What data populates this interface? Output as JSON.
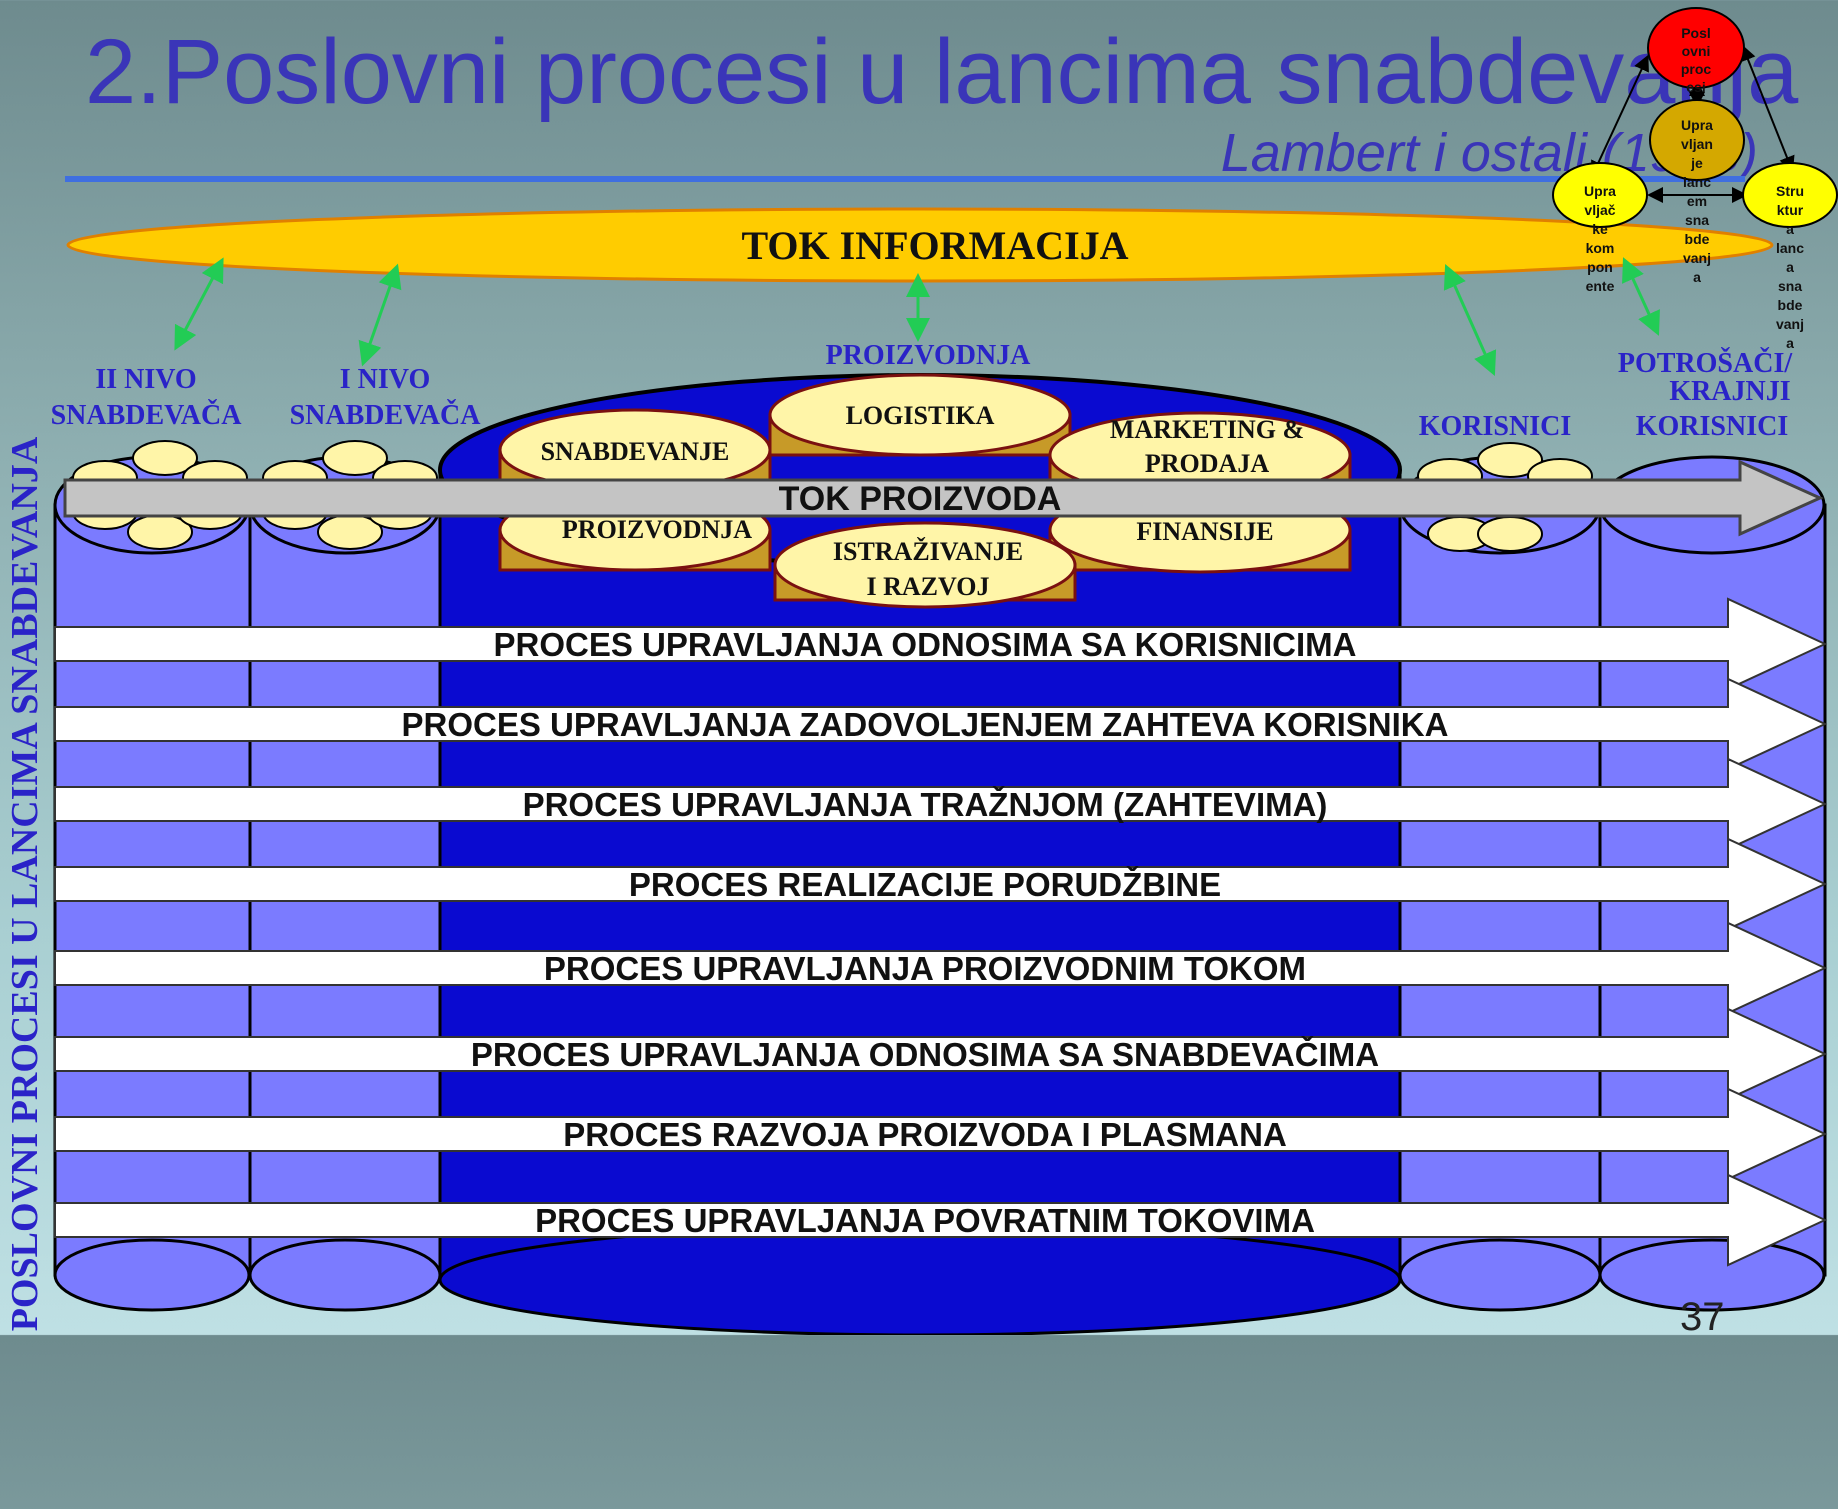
{
  "title": "2.Poslovni procesi u lancima snabdevanja",
  "subtitle": "Lambert i ostali (1998)",
  "page_number": "37",
  "vertical_label": "POSLOVNI PROCESI U LANCIMA SNABDEVANJA",
  "info_flow": "TOK INFORMACIJA",
  "product_flow": "TOK PROIZVODA",
  "tiers": {
    "tier2": [
      "II NIVO",
      "SNABDEVAČA"
    ],
    "tier1": [
      "I NIVO",
      "SNABDEVAČA"
    ],
    "production": "PROIZVODNJA",
    "customers": "KORISNICI",
    "end_customers": [
      "POTROŠAČI/",
      "KRAJNJI",
      "KORISNICI"
    ]
  },
  "functions": {
    "snabdevanje": "SNABDEVANJE",
    "logistika": "LOGISTIKA",
    "marketing": [
      "MARKETING &",
      "PRODAJA"
    ],
    "proizvodnja": "PROIZVODNJA",
    "istrazivanje": [
      "ISTRAŽIVANJE",
      "I RAZVOJ"
    ],
    "finansije": "FINANSIJE"
  },
  "processes": [
    "PROCES UPRAVLJANJA ODNOSIMA SA KORISNICIMA",
    "PROCES UPRAVLJANJA ZADOVOLJENJEM ZAHTEVA KORISNIKA",
    "PROCES UPRAVLJANJA TRAŽNJOM (ZAHTEVIMA)",
    "PROCES REALIZACIJE PORUDŽBINE",
    "PROCES UPRAVLJANJA PROIZVODNIM TOKOM",
    "PROCES UPRAVLJANJA ODNOSIMA SA SNABDEVAČIMA",
    "PROCES RAZVOJA PROIZVODA I PLASMANA",
    "PROCES UPRAVLJANJA POVRATNIM TOKOVIMA"
  ],
  "mini_diagram": {
    "top": [
      "Posl",
      "ovni",
      "proc",
      "esi"
    ],
    "center": [
      "Upra",
      "vljan",
      "je",
      "lanc",
      "em",
      "sna",
      "bde",
      "vanj",
      "a"
    ],
    "left": [
      "Upra",
      "vljač",
      "ke",
      "kom",
      "pon",
      "ente"
    ],
    "right": [
      "Stru",
      "ktur",
      "a",
      "lanc",
      "a",
      "sna",
      "bde",
      "vanj",
      "a"
    ]
  },
  "colors": {
    "title": "#3a35b8",
    "label": "#2a23c8",
    "info_flow": "#ffcc00",
    "cylinder": "#7b7bff",
    "production_cylinder": "#0a0ad0",
    "function_disk": "#fff5a8",
    "mini_top": "#ff0000",
    "mini_center": "#d4a800",
    "mini_side": "#ffff00"
  }
}
